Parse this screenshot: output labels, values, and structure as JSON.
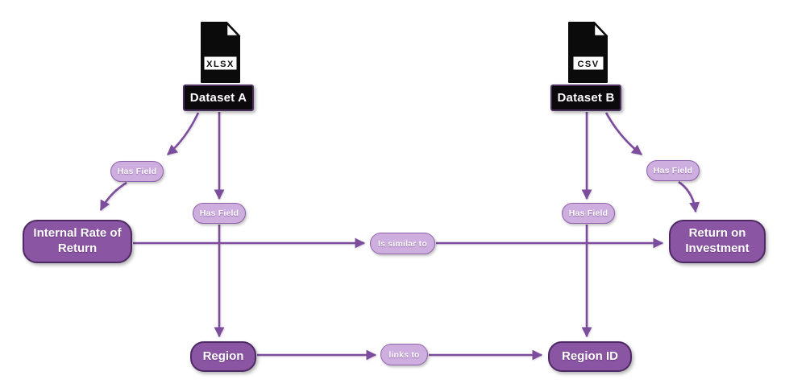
{
  "diagram": {
    "type": "entity-relationship-flowchart",
    "background": "#ffffff",
    "colors": {
      "edge": "#7c4d9d",
      "field_node_fill": "#8a55a3",
      "field_node_border": "#4d2a63",
      "field_node_text": "#ffffff",
      "edge_label_fill": "#cdaede",
      "edge_label_border": "#8f62ab",
      "edge_label_text": "#ffffff",
      "dataset_fill": "#0c090d",
      "dataset_border": "#4a2e5e",
      "dataset_text": "#ffffff",
      "file_icon_color": "#0b0b0b"
    },
    "datasets": [
      {
        "label": "Dataset A",
        "file_type": "XLSX"
      },
      {
        "label": "Dataset B",
        "file_type": "CSV"
      }
    ],
    "fields": [
      {
        "label": "Internal Rate of Return"
      },
      {
        "label": "Region"
      },
      {
        "label": "Region ID"
      },
      {
        "label": "Return on Investment"
      }
    ],
    "edges": [
      {
        "from": "Dataset A",
        "label": "Has Field",
        "to": "Internal Rate of Return"
      },
      {
        "from": "Dataset A",
        "label": "Has Field",
        "to": "Region"
      },
      {
        "from": "Dataset B",
        "label": "Has Field",
        "to": "Return on Investment"
      },
      {
        "from": "Dataset B",
        "label": "Has Field",
        "to": "Region ID"
      },
      {
        "from": "Internal Rate of Return",
        "label": "Is similar to",
        "to": "Return on Investment"
      },
      {
        "from": "Region",
        "label": "links to",
        "to": "Region ID"
      }
    ]
  }
}
